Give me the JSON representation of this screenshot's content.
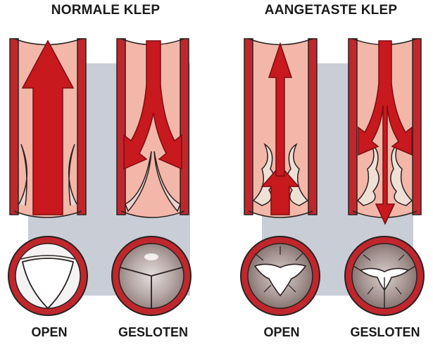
{
  "panels": {
    "normal": {
      "title": "NORMALE KLEP"
    },
    "affected": {
      "title": "AANGETASTE KLEP"
    }
  },
  "labels": {
    "normal_open": "OPEN",
    "normal_closed": "GESLOTEN",
    "affected_open": "OPEN",
    "affected_closed": "GESLOTEN"
  },
  "colors": {
    "vessel_wall": "#c0272d",
    "vessel_lumen": "#f2b7a8",
    "arrow": "#c8191e",
    "backdrop": "#c9cdd5",
    "outline": "#2a2020"
  }
}
